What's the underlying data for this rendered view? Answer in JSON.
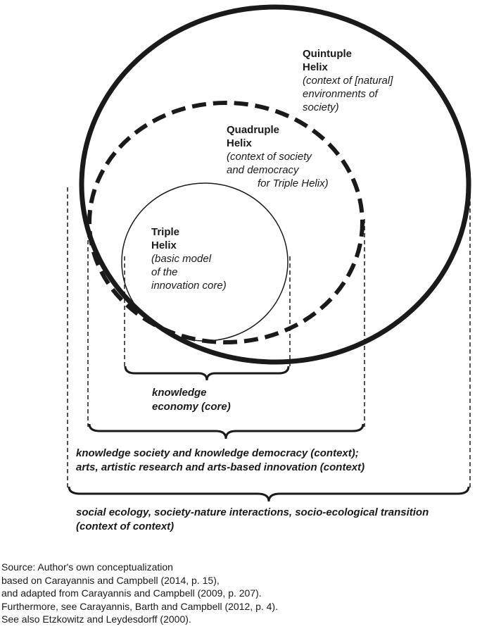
{
  "quintuple": {
    "title_1": "Quintuple",
    "title_2": "Helix",
    "desc": [
      "(context of [natural]",
      "environments of",
      "society)"
    ]
  },
  "quadruple": {
    "title_1": "Quadruple",
    "title_2": "Helix",
    "desc": [
      "(context of society",
      "and democracy",
      "for Triple Helix)"
    ]
  },
  "triple": {
    "title_1": "Triple",
    "title_2": "Helix",
    "desc": [
      "(basic model",
      "of the",
      "innovation core)"
    ]
  },
  "brackets": {
    "core": [
      "knowledge",
      "economy (core)"
    ],
    "context": [
      "knowledge society and knowledge democracy (context);",
      "arts, artistic research and arts-based innovation (context)"
    ],
    "context_of_context": [
      "social ecology, society-nature interactions, socio-ecological transition",
      "(context of context)"
    ]
  },
  "source": [
    "Source: Author's own conceptualization",
    "based on Carayannis and Campbell (2014, p. 15),",
    "and adapted from Carayannis and Campbell (2009, p. 207).",
    "Furthermore, see Carayannis, Barth and Campbell (2012, p. 4).",
    "See also Etzkowitz and Leydesdorff (2000)."
  ]
}
